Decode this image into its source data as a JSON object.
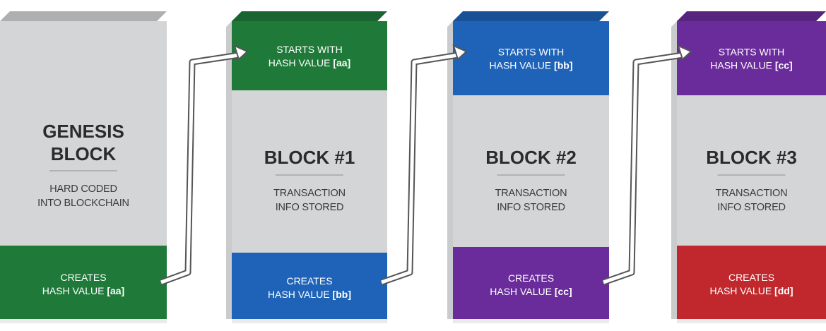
{
  "blocks": [
    {
      "id": "genesis",
      "title_lines": [
        "GENESIS",
        "BLOCK"
      ],
      "subtitle_lines": [
        "HARD CODED",
        "INTO BLOCKCHAIN"
      ],
      "top": null,
      "bottom": {
        "line1": "CREATES",
        "line2_prefix": "HASH VALUE ",
        "code": "[aa]"
      },
      "top_color": "#cfd0d2",
      "bottom_color": "#1f7a3a"
    },
    {
      "id": "block-1",
      "title_lines": [
        "BLOCK #1"
      ],
      "subtitle_lines": [
        "TRANSACTION",
        "INFO STORED"
      ],
      "top": {
        "line1": "STARTS WITH",
        "line2_prefix": "HASH VALUE ",
        "code": "[aa]"
      },
      "bottom": {
        "line1": "CREATES",
        "line2_prefix": "HASH VALUE ",
        "code": "[bb]"
      },
      "top_color": "#1f7a3a",
      "bottom_color": "#1f63b8"
    },
    {
      "id": "block-2",
      "title_lines": [
        "BLOCK #2"
      ],
      "subtitle_lines": [
        "TRANSACTION",
        "INFO STORED"
      ],
      "top": {
        "line1": "STARTS WITH",
        "line2_prefix": "HASH VALUE ",
        "code": "[bb]"
      },
      "bottom": {
        "line1": "CREATES",
        "line2_prefix": "HASH VALUE ",
        "code": "[cc]"
      },
      "top_color": "#1f63b8",
      "bottom_color": "#6a2c9a"
    },
    {
      "id": "block-3",
      "title_lines": [
        "BLOCK #3"
      ],
      "subtitle_lines": [
        "TRANSACTION",
        "INFO STORED"
      ],
      "top": {
        "line1": "STARTS WITH",
        "line2_prefix": "HASH VALUE ",
        "code": "[cc]"
      },
      "bottom": {
        "line1": "CREATES",
        "line2_prefix": "HASH VALUE ",
        "code": "[dd]"
      },
      "top_color": "#6a2c9a",
      "bottom_color": "#c0282d"
    }
  ],
  "colors": {
    "middle": "#d4d5d7",
    "side_shade": "#9fa0a3",
    "arrow_fill": "#ffffff",
    "arrow_outline": "#555555"
  }
}
